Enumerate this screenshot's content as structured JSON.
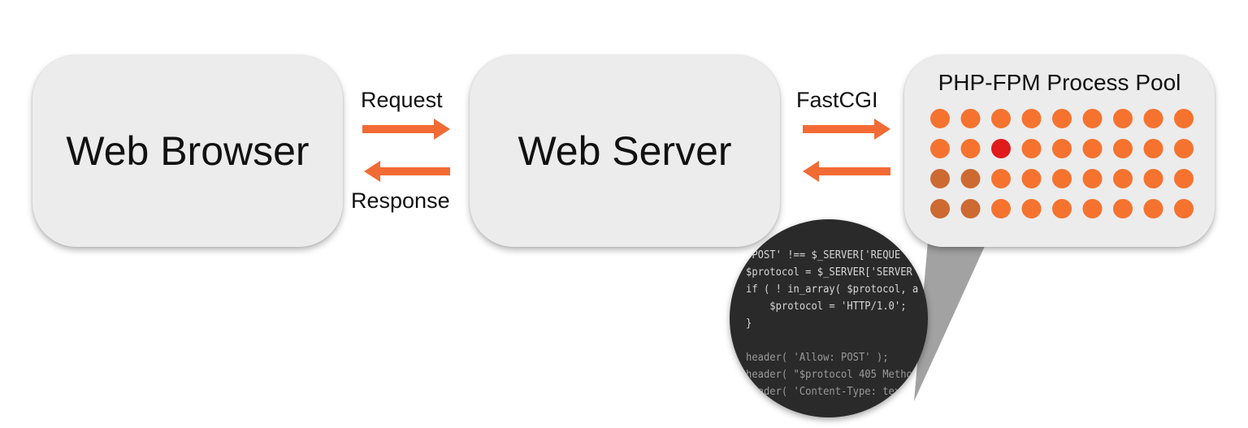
{
  "nodes": {
    "browser": "Web Browser",
    "server": "Web Server",
    "pool": "PHP-FPM Process Pool"
  },
  "arrows": {
    "request": "Request",
    "response": "Response",
    "fastcgi": "FastCGI"
  },
  "pool": {
    "rows": 4,
    "cols": 9,
    "active": {
      "row": 1,
      "col": 2
    },
    "dimmed": [
      [
        2,
        0
      ],
      [
        2,
        1
      ],
      [
        3,
        0
      ],
      [
        3,
        1
      ]
    ]
  },
  "colors": {
    "arrow": "#f26b35",
    "dot": "#f5732f",
    "dot_dim": "#cc6a32",
    "dot_active": "#e01b1b",
    "box": "#ececec"
  },
  "code": [
    "'POST' !== $_SERVER['REQUE",
    "$protocol = $_SERVER['SERVER",
    "if ( ! in_array( $protocol, a",
    "    $protocol = 'HTTP/1.0';",
    "}",
    "",
    "header( 'Allow: POST' );",
    "header( \"$protocol 405 Metho",
    "header( 'Content-Type: tex"
  ]
}
